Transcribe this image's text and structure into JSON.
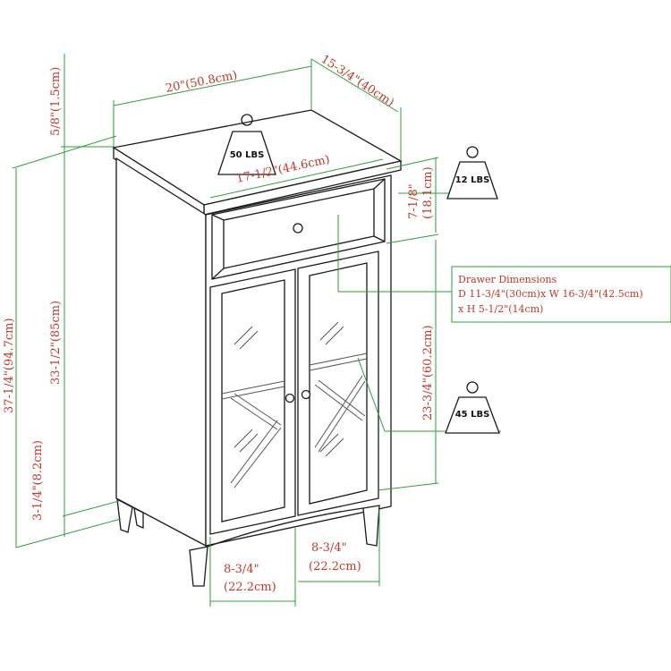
{
  "dimensions": {
    "top_width": "20\"(50.8cm)",
    "top_depth": "15-3/4\"(40cm)",
    "top_thickness": "5/8\"(1.5cm)",
    "inner_width": "17-1/2\"(44.6cm)",
    "total_height": "37-1/4\"(94.7cm)",
    "body_height": "33-1/2\"(85cm)",
    "leg_height": "3-1/4\"(8.2cm)",
    "drawer_height_in": "7-1/8\"",
    "drawer_height_cm": "(18.1cm)",
    "door_height": "23-3/4\"(60.2cm)",
    "door_left_width_in": "8-3/4\"",
    "door_left_width_cm": "(22.2cm)",
    "door_right_width_in": "8-3/4\"",
    "door_right_width_cm": "(22.2cm)"
  },
  "weights": {
    "top": "50 LBS",
    "drawer": "12 LBS",
    "shelf": "45 LBS"
  },
  "drawer_dimensions": {
    "title": "Drawer Dimensions",
    "line1": "D 11-3/4\"(30cm)x W 16-3/4\"(42.5cm)",
    "line2": "x H 5-1/2\"(14cm)"
  },
  "colors": {
    "dimension_text": "#c0392b",
    "dimension_lines": "#2e9e3a",
    "outline": "#1a1a1a"
  }
}
